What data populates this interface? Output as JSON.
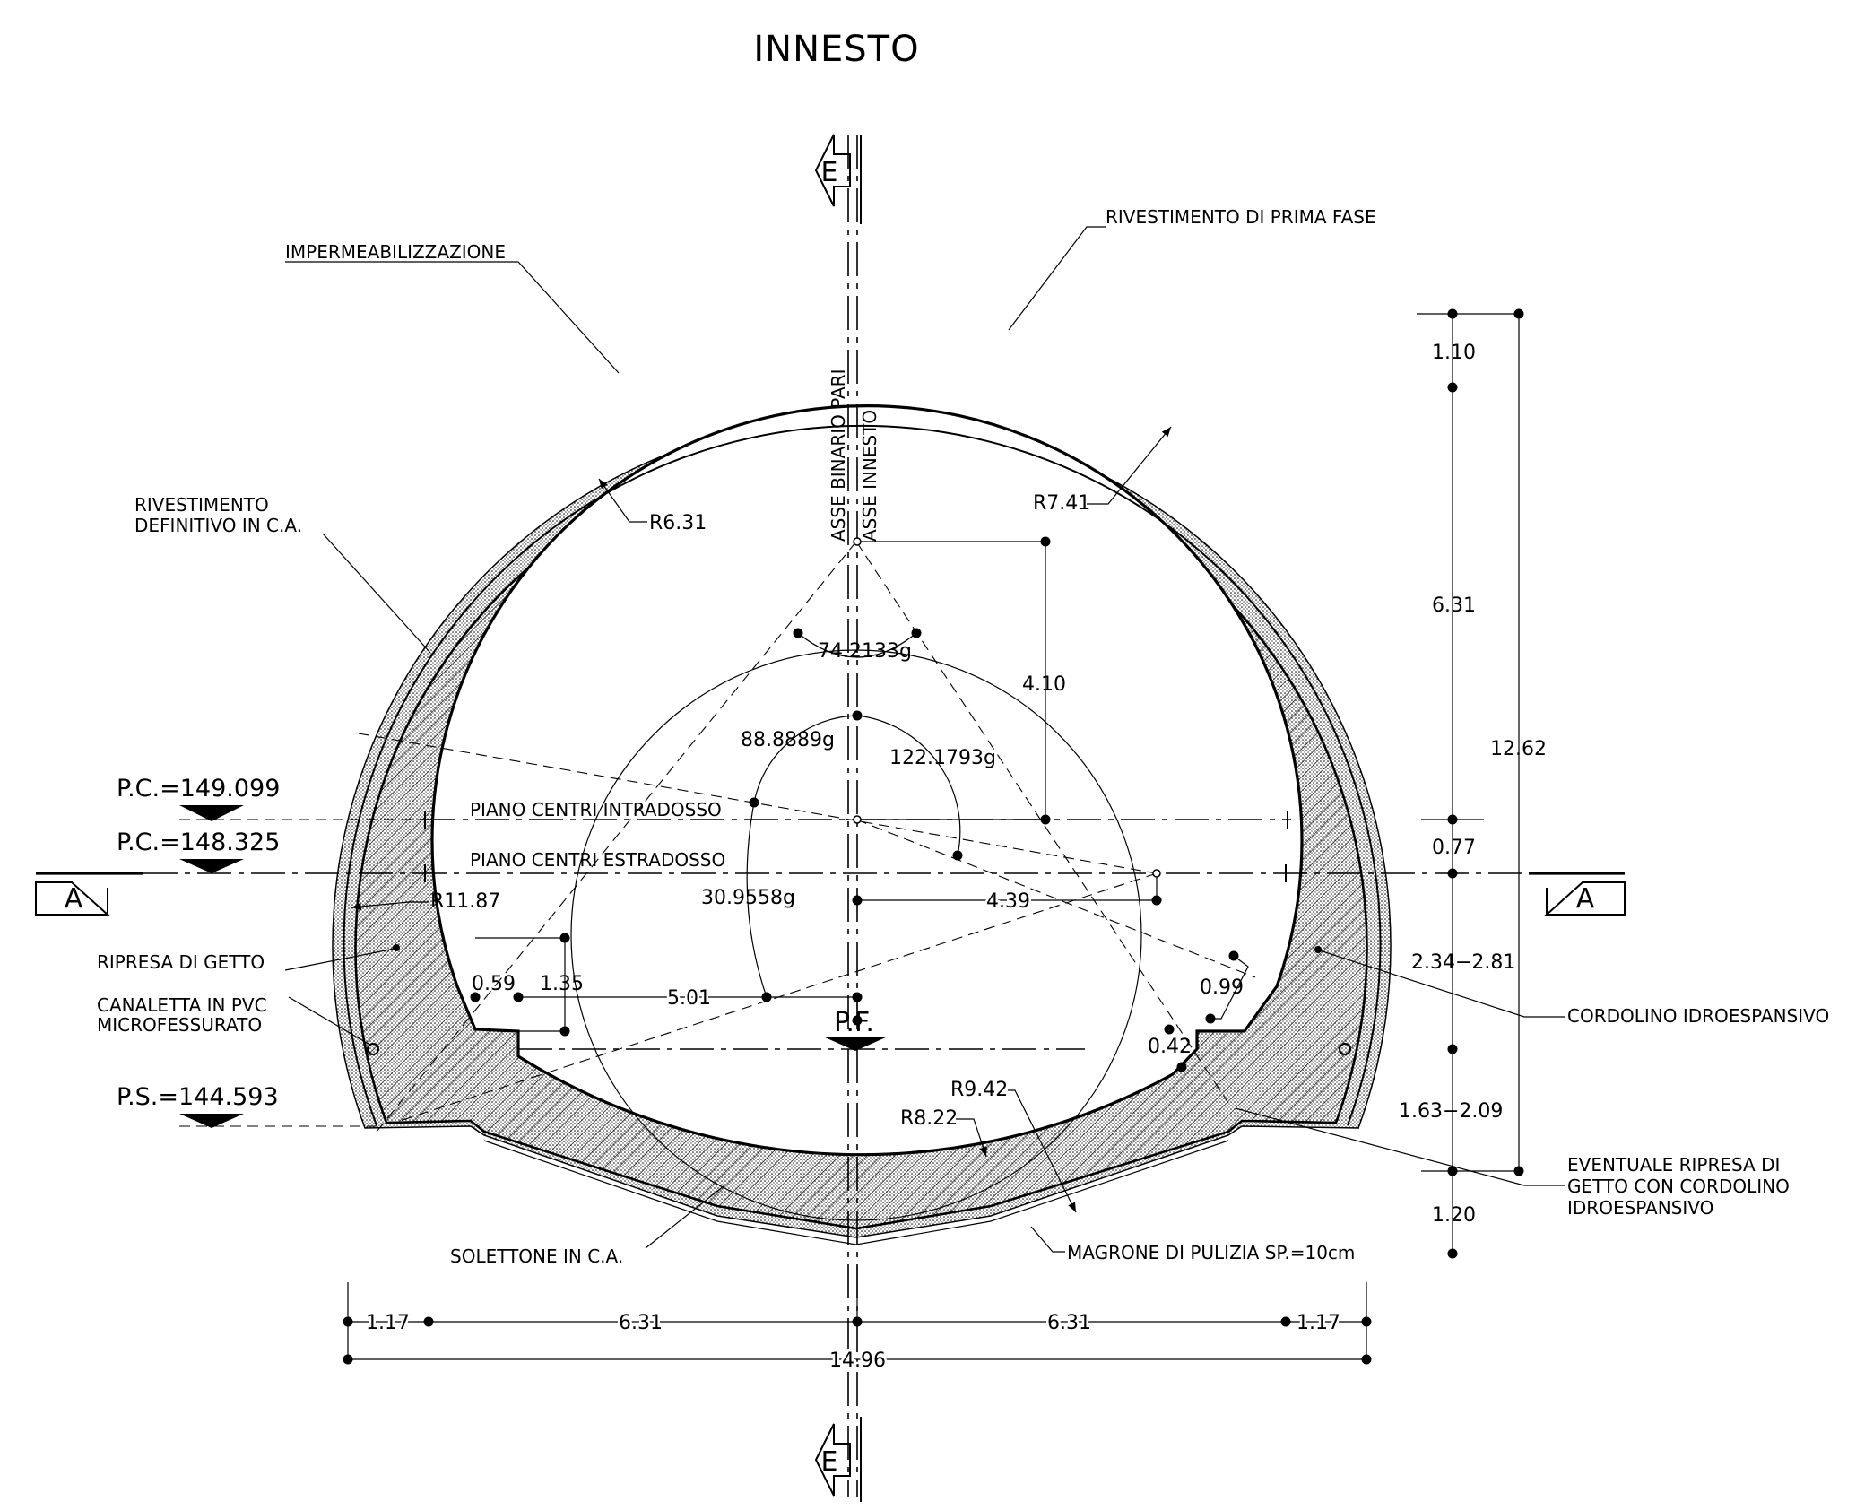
{
  "title": "INNESTO",
  "section_marks": {
    "e_top": "E",
    "e_bottom": "E",
    "a_left": "A",
    "a_right": "A"
  },
  "axes": {
    "binario_pari": "ASSE BINARIO PARI",
    "innesto": "ASSE INNESTO"
  },
  "labels": {
    "impermeabilizzazione": "IMPERMEABILIZZAZIONE",
    "rivestimento_prima_fase": "RIVESTIMENTO DI PRIMA FASE",
    "rivestimento_definitivo_1": "RIVESTIMENTO",
    "rivestimento_definitivo_2": "DEFINITIVO IN C.A.",
    "ripresa_getto": "RIPRESA DI GETTO",
    "canaletta_1": "CANALETTA IN PVC",
    "canaletta_2": "MICROFESSURATO",
    "cordolino": "CORDOLINO IDROESPANSIVO",
    "eventuale_1": "EVENTUALE RIPRESA DI",
    "eventuale_2": "GETTO CON CORDOLINO",
    "eventuale_3": "IDROESPANSIVO",
    "solettone": "SOLETTONE IN C.A.",
    "magrone": "MAGRONE DI PULIZIA SP.=10cm",
    "piano_intradosso": "PIANO CENTRI INTRADOSSO",
    "piano_estradosso": "PIANO CENTRI ESTRADOSSO",
    "pf": "P.F."
  },
  "levels": {
    "pc1": "P.C.=149.099",
    "pc2": "P.C.=148.325",
    "ps": "P.S.=144.593"
  },
  "radii": {
    "r631": "R6.31",
    "r741": "R7.41",
    "r1187": "R11.87",
    "r942": "R9.42",
    "r822": "R8.22"
  },
  "angles": {
    "a1": "74.2133g",
    "a2": "88.8889g",
    "a3": "122.1793g",
    "a4": "30.9558g"
  },
  "dims": {
    "d410": "4.10",
    "d439": "4.39",
    "d501": "5.01",
    "d059": "0.59",
    "d135": "1.35",
    "d099": "0.99",
    "d042": "0.42",
    "right_110": "1.10",
    "right_631": "6.31",
    "right_077": "0.77",
    "right_234": "2.34−2.81",
    "right_163": "1.63−2.09",
    "right_120": "1.20",
    "right_1262": "12.62",
    "bot_117a": "1.17",
    "bot_631a": "6.31",
    "bot_631b": "6.31",
    "bot_117b": "1.17",
    "bot_1496": "14.96"
  }
}
